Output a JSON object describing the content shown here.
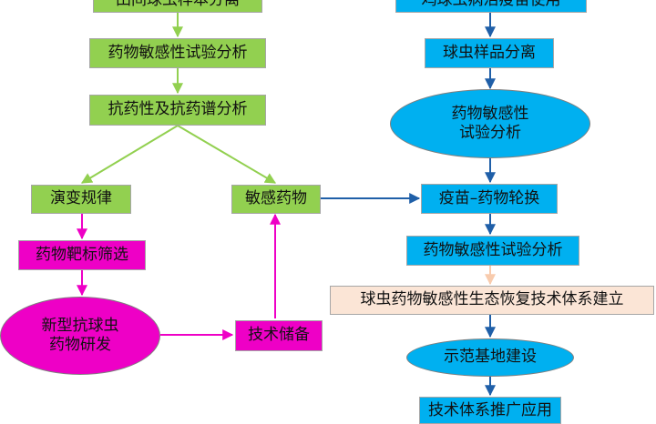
{
  "colors": {
    "green": "#92d050",
    "blue": "#00b0f0",
    "pink": "#ee00c6",
    "peach": "#fbe5d6",
    "arrow_green": "#92d050",
    "arrow_blue": "#1f5fa8",
    "arrow_pink": "#ee00c6",
    "arrow_peach": "#f8cbad"
  },
  "left": {
    "sample_isolation": "田间球虫样本分离",
    "sensitivity_test": "药物敏感性试验分析",
    "resistance_spectrum": "抗药性及抗药谱分析",
    "evolution": "演变规律",
    "sensitive_drugs": "敏感药物",
    "target_screening": "药物靶标筛选",
    "new_drug_line1": "新型抗球虫",
    "new_drug_line2": "药物研发",
    "tech_reserve": "技术储备"
  },
  "right": {
    "vaccine_use": "鸡球虫病活疫苗使用",
    "coccidia_isolation": "球虫样品分离",
    "sensitivity_line1": "药物敏感性",
    "sensitivity_line2": "试验分析",
    "vaccine_rotation": "疫苗–药物轮换",
    "sensitivity_test2": "药物敏感性试验分析",
    "eco_recovery": "球虫药物敏感性生态恢复技术体系建立",
    "demo_base": "示范基地建设",
    "tech_promotion": "技术体系推广应用"
  }
}
